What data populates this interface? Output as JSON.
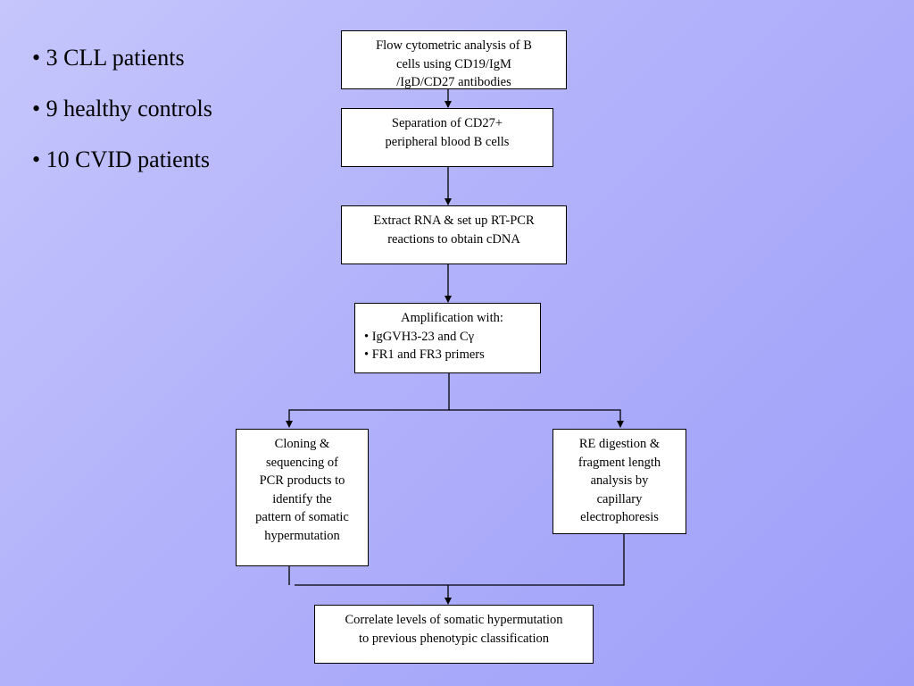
{
  "bullets": [
    "• 3 CLL patients",
    "• 9 healthy controls",
    "• 10 CVID patients"
  ],
  "steps": {
    "flow_cytometry": [
      "Flow cytometric analysis of B",
      "cells using CD19/IgM",
      "/IgD/CD27 antibodies"
    ],
    "separation": [
      "Separation of CD27+",
      "peripheral blood B cells"
    ],
    "extract_rna": [
      "Extract RNA & set up RT-PCR",
      "reactions to obtain cDNA"
    ],
    "amplification": [
      "Amplification with:",
      "• IgGVH3-23 and Cγ",
      "• FR1 and FR3 primers"
    ],
    "cloning": [
      "Cloning &",
      "sequencing of",
      "PCR products to",
      "identify the",
      "pattern of somatic",
      "hypermutation"
    ],
    "re_digestion": [
      "RE digestion &",
      "fragment length",
      "analysis by",
      "capillary",
      "electrophoresis"
    ],
    "correlate": [
      "Correlate levels of somatic hypermutation",
      "to previous phenotypic classification"
    ]
  }
}
